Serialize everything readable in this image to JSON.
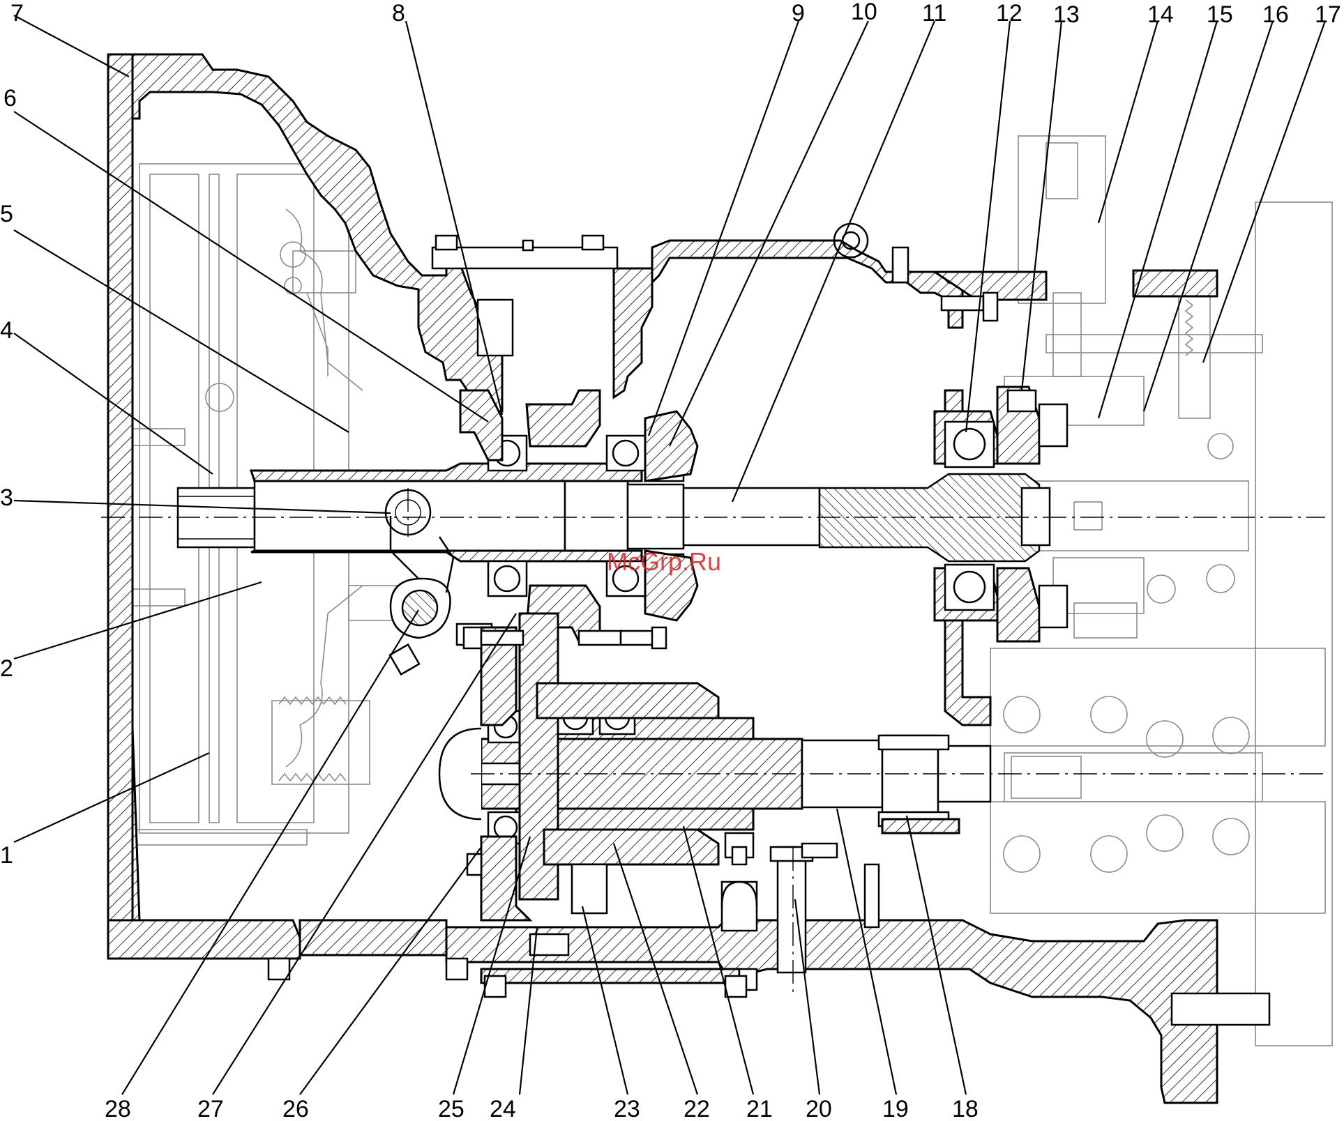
{
  "watermark": "McGrp.Ru",
  "callouts": [
    {
      "id": "1",
      "label": "1"
    },
    {
      "id": "2",
      "label": "2"
    },
    {
      "id": "3",
      "label": "3"
    },
    {
      "id": "4",
      "label": "4"
    },
    {
      "id": "5",
      "label": "5"
    },
    {
      "id": "6",
      "label": "6"
    },
    {
      "id": "7",
      "label": "7"
    },
    {
      "id": "8",
      "label": "8"
    },
    {
      "id": "9",
      "label": "9"
    },
    {
      "id": "10",
      "label": "10"
    },
    {
      "id": "11",
      "label": "11"
    },
    {
      "id": "12",
      "label": "12"
    },
    {
      "id": "13",
      "label": "13"
    },
    {
      "id": "14",
      "label": "14"
    },
    {
      "id": "15",
      "label": "15"
    },
    {
      "id": "16",
      "label": "16"
    },
    {
      "id": "17",
      "label": "17"
    },
    {
      "id": "18",
      "label": "18"
    },
    {
      "id": "19",
      "label": "19"
    },
    {
      "id": "20",
      "label": "20"
    },
    {
      "id": "21",
      "label": "21"
    },
    {
      "id": "22",
      "label": "22"
    },
    {
      "id": "23",
      "label": "23"
    },
    {
      "id": "24",
      "label": "24"
    },
    {
      "id": "25",
      "label": "25"
    },
    {
      "id": "26",
      "label": "26"
    },
    {
      "id": "27",
      "label": "27"
    },
    {
      "id": "28",
      "label": "28"
    }
  ]
}
